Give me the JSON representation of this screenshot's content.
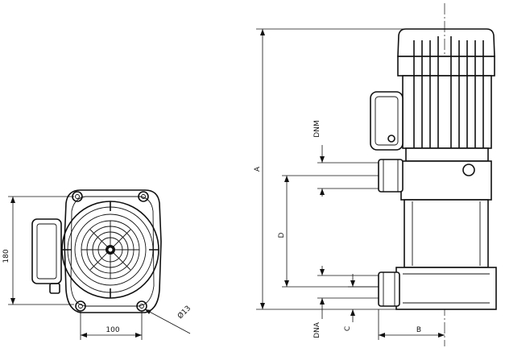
{
  "front_view": {
    "dims": {
      "height": "180",
      "width": "100",
      "hole": "Ø13"
    }
  },
  "side_view": {
    "dims": {
      "a": "A",
      "d": "D",
      "dnm": "DNM",
      "dna": "DNA",
      "c": "C",
      "b": "B"
    }
  }
}
